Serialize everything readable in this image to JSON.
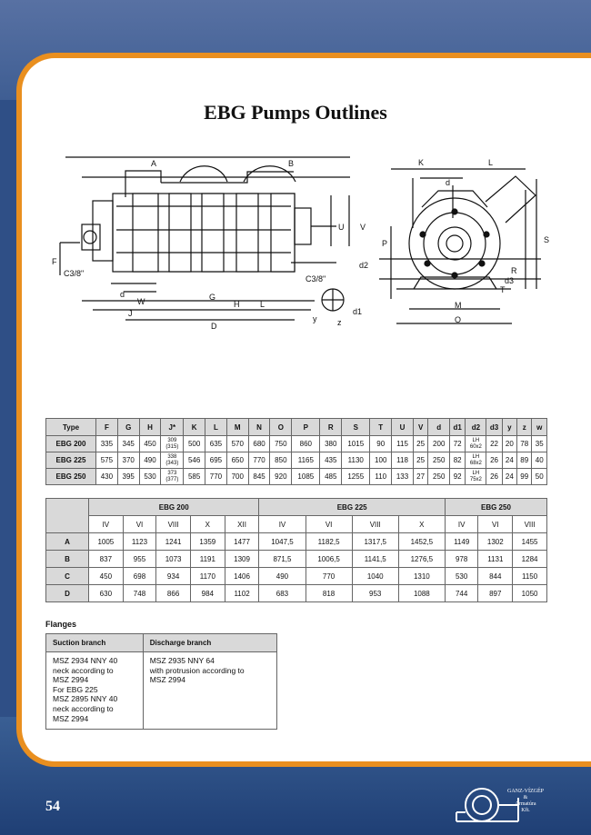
{
  "title": "EBG Pumps Outlines",
  "drawing_labels": {
    "left": [
      "A",
      "B",
      "F",
      "C3/8\"",
      "d",
      "W",
      "G",
      "H",
      "L",
      "J",
      "D",
      "C3/8\"",
      "U",
      "V",
      "d2",
      "d1",
      "y",
      "z"
    ],
    "right": [
      "K",
      "L",
      "d",
      "P",
      "S",
      "R",
      "T",
      "d3",
      "M",
      "O"
    ]
  },
  "dimensions_table": {
    "headers": [
      "Type",
      "F",
      "G",
      "H",
      "J*",
      "K",
      "L",
      "M",
      "N",
      "O",
      "P",
      "R",
      "S",
      "T",
      "U",
      "V",
      "d",
      "d1",
      "d2",
      "d3",
      "y",
      "z",
      "w"
    ],
    "rows": [
      {
        "type": "EBG 200",
        "values": [
          "335",
          "345",
          "450",
          "309",
          "500",
          "635",
          "570",
          "680",
          "750",
          "860",
          "380",
          "1015",
          "90",
          "115",
          "25",
          "200",
          "72",
          "LH",
          "22",
          "20",
          "78",
          "35"
        ],
        "j_sub": "(315)",
        "d2_sub": "60x2"
      },
      {
        "type": "EBG 225",
        "values": [
          "575",
          "370",
          "490",
          "338",
          "546",
          "695",
          "650",
          "770",
          "850",
          "1165",
          "435",
          "1130",
          "100",
          "118",
          "25",
          "250",
          "82",
          "LH",
          "26",
          "24",
          "89",
          "40"
        ],
        "j_sub": "(343)",
        "d2_sub": "68x2"
      },
      {
        "type": "EBG 250",
        "values": [
          "430",
          "395",
          "530",
          "373",
          "585",
          "770",
          "700",
          "845",
          "920",
          "1085",
          "485",
          "1255",
          "110",
          "133",
          "27",
          "250",
          "92",
          "LH",
          "26",
          "24",
          "99",
          "50"
        ],
        "j_sub": "(377)",
        "d2_sub": "75x2"
      }
    ]
  },
  "stage_table": {
    "groups": [
      {
        "name": "EBG 200",
        "stages": [
          "IV",
          "VI",
          "VIII",
          "X",
          "XII"
        ]
      },
      {
        "name": "EBG 225",
        "stages": [
          "IV",
          "VI",
          "VIII",
          "X"
        ]
      },
      {
        "name": "EBG 250",
        "stages": [
          "IV",
          "VI",
          "VIII"
        ]
      }
    ],
    "rows": [
      {
        "label": "A",
        "values": [
          "1005",
          "1123",
          "1241",
          "1359",
          "1477",
          "1047,5",
          "1182,5",
          "1317,5",
          "1452,5",
          "1149",
          "1302",
          "1455"
        ]
      },
      {
        "label": "B",
        "values": [
          "837",
          "955",
          "1073",
          "1191",
          "1309",
          "871,5",
          "1006,5",
          "1141,5",
          "1276,5",
          "978",
          "1131",
          "1284"
        ]
      },
      {
        "label": "C",
        "values": [
          "450",
          "698",
          "934",
          "1170",
          "1406",
          "490",
          "770",
          "1040",
          "1310",
          "530",
          "844",
          "1150"
        ]
      },
      {
        "label": "D",
        "values": [
          "630",
          "748",
          "866",
          "984",
          "1102",
          "683",
          "818",
          "953",
          "1088",
          "744",
          "897",
          "1050"
        ]
      }
    ]
  },
  "flanges": {
    "title": "Flanges",
    "suction_header": "Suction branch",
    "discharge_header": "Discharge branch",
    "suction_text": "MSZ 2934 NNY 40\n   neck according to\nMSZ 2994\nFor EBG 225\nMSZ 2895 NNY 40\n   neck according to\nMSZ 2994",
    "discharge_text": "MSZ 2935 NNY 64\n   with protrusion according to\nMSZ 2994"
  },
  "page_number": "54",
  "logo_text": "GANZ-VÍZGÉP\n&\nArmatúra\nKft.",
  "colors": {
    "accent": "#e98f1f",
    "background": "#2f4f86",
    "header": "#d9d9d9"
  }
}
